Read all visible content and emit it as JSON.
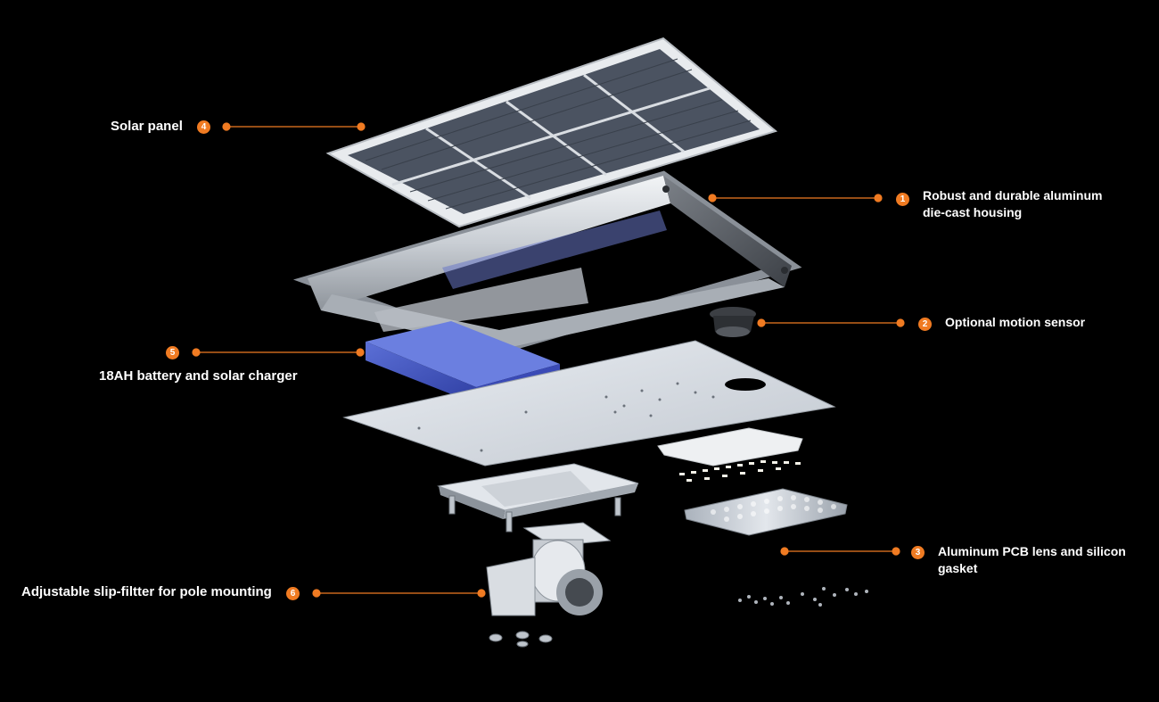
{
  "accent_color": "#f07b22",
  "callouts": [
    {
      "number": "1",
      "lines": [
        "Robust and durable aluminum",
        "die-cast housing"
      ]
    },
    {
      "number": "2",
      "lines": [
        "Optional motion sensor"
      ]
    },
    {
      "number": "3",
      "lines": [
        "Aluminum PCB lens and silicon",
        "gasket"
      ]
    },
    {
      "number": "4",
      "lines": [
        "Solar panel"
      ]
    },
    {
      "number": "5",
      "lines": [
        "18AH battery and solar charger"
      ]
    },
    {
      "number": "6",
      "lines": [
        "Adjustable slip-filtter for pole mounting"
      ]
    }
  ],
  "icons": [
    "solar-panel-icon",
    "housing-frame-icon",
    "motion-sensor-icon",
    "battery-icon",
    "base-plate-icon",
    "led-board-icon",
    "lens-icon",
    "bracket-icon",
    "pole-mount-icon",
    "screw-icon"
  ]
}
